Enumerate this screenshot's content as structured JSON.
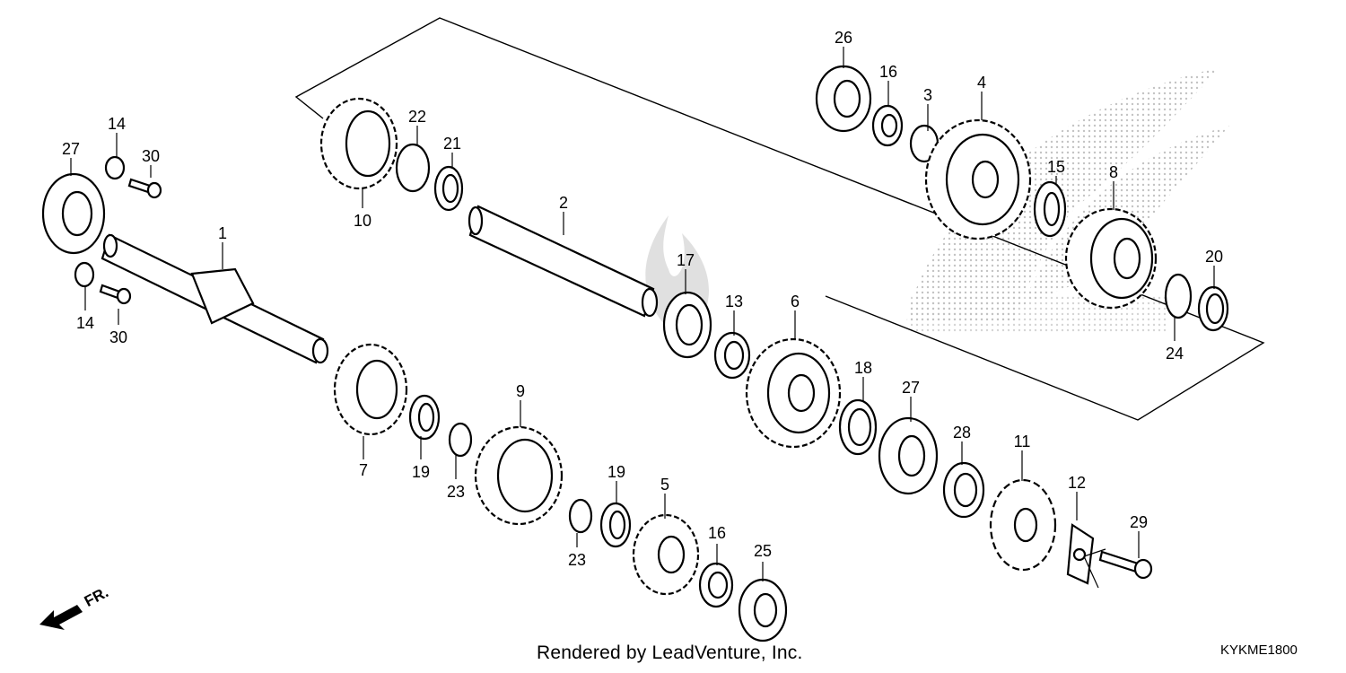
{
  "diagram": {
    "callouts": [
      "1",
      "2",
      "3",
      "4",
      "5",
      "6",
      "7",
      "8",
      "9",
      "10",
      "11",
      "12",
      "13",
      "14",
      "14",
      "15",
      "16",
      "16",
      "17",
      "18",
      "19",
      "19",
      "20",
      "21",
      "22",
      "23",
      "23",
      "24",
      "25",
      "26",
      "27",
      "27",
      "28",
      "29",
      "30",
      "30"
    ],
    "direction_marker": "FR."
  },
  "footer": {
    "credit": "Rendered by LeadVenture, Inc.",
    "diagram_code": "KYKME1800"
  },
  "icons": [
    "wing-logo-watermark",
    "flame-watermark",
    "front-arrow-icon"
  ]
}
